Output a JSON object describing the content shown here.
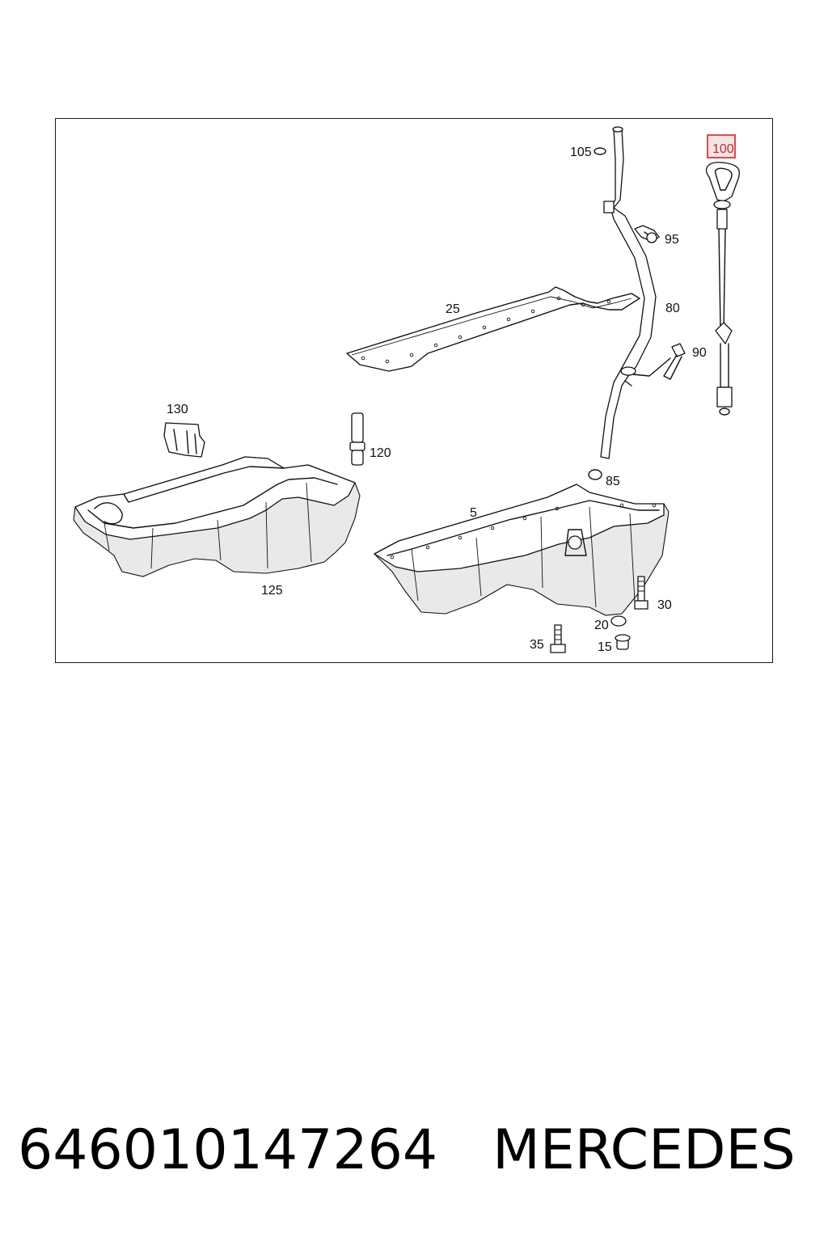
{
  "diagram": {
    "highlight_color": "#d93a3a",
    "parts": [
      {
        "id": "p5",
        "label": "5"
      },
      {
        "id": "p15",
        "label": "15"
      },
      {
        "id": "p20",
        "label": "20"
      },
      {
        "id": "p25",
        "label": "25"
      },
      {
        "id": "p30",
        "label": "30"
      },
      {
        "id": "p35",
        "label": "35"
      },
      {
        "id": "p80",
        "label": "80"
      },
      {
        "id": "p85",
        "label": "85"
      },
      {
        "id": "p90",
        "label": "90"
      },
      {
        "id": "p95",
        "label": "95"
      },
      {
        "id": "p100",
        "label": "100",
        "highlighted": true
      },
      {
        "id": "p105",
        "label": "105"
      },
      {
        "id": "p120",
        "label": "120"
      },
      {
        "id": "p125",
        "label": "125"
      },
      {
        "id": "p130",
        "label": "130"
      }
    ]
  },
  "caption": {
    "part_number": "646010147264",
    "brand": "MERCEDES"
  }
}
